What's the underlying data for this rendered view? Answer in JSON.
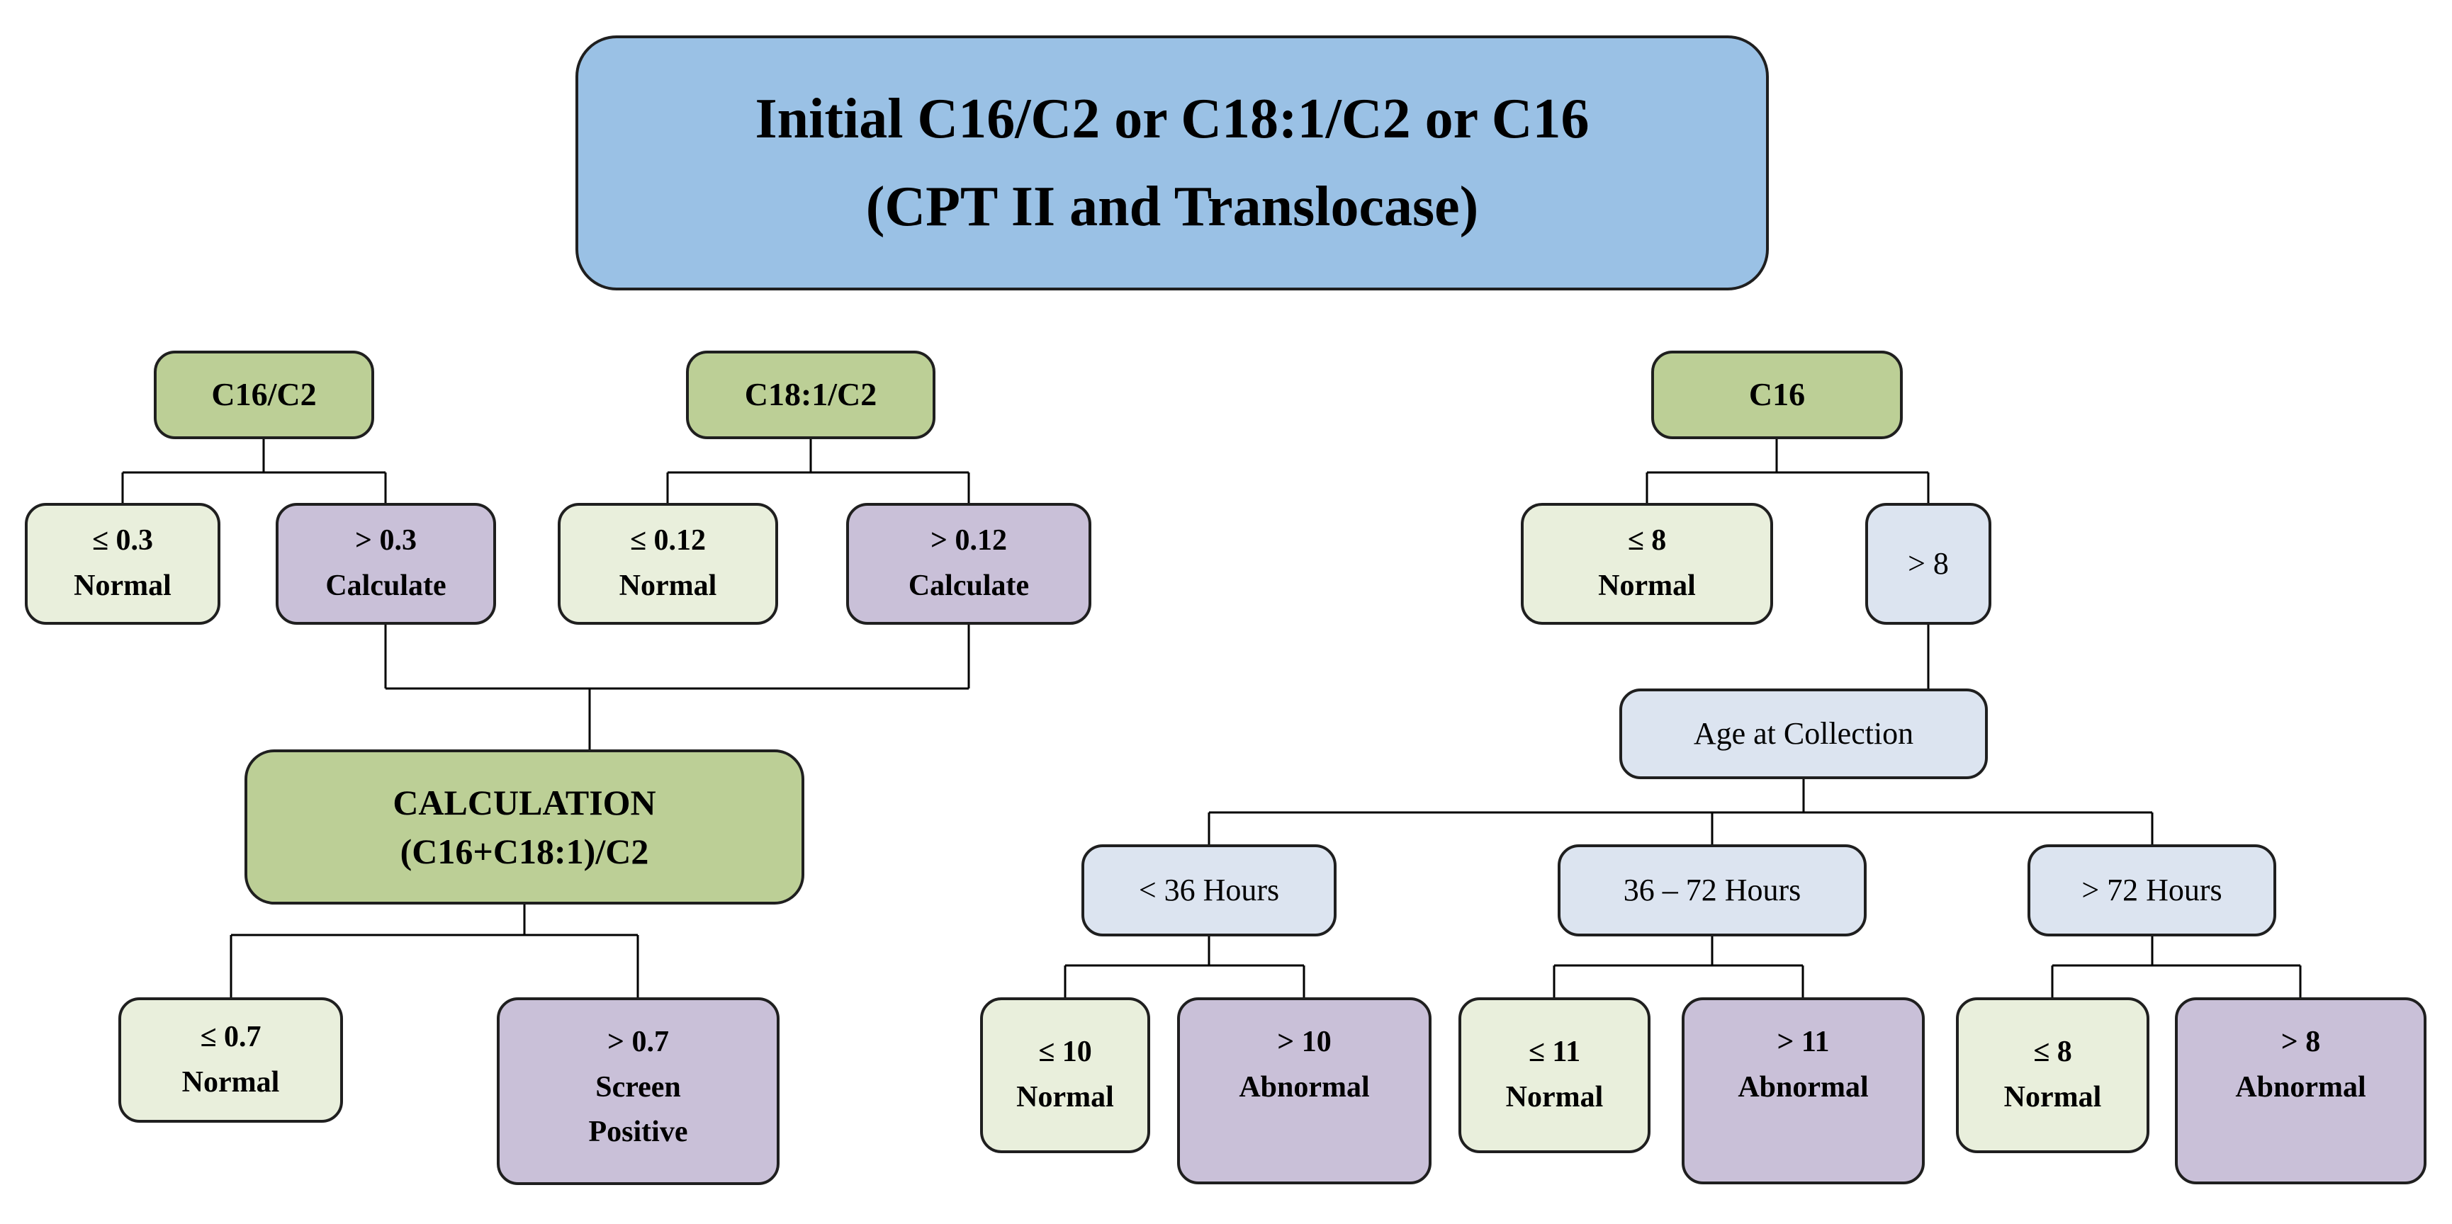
{
  "palette": {
    "blue": "#9AC1E5",
    "green": "#BCCF96",
    "pale_green": "#E9EFDC",
    "purple": "#C9C0D8",
    "pale_blue": "#DCE4F0",
    "border": "#1f1f1f",
    "line": "#000000",
    "background": "#FFFFFF"
  },
  "nodes": {
    "title": {
      "lines": [
        "Initial C16/C2 or C18:1/C2 or C16",
        "(CPT II and Translocase)"
      ]
    },
    "c16c2": {
      "lines": [
        "C16/C2"
      ]
    },
    "c181c2": {
      "lines": [
        "C18:1/C2"
      ]
    },
    "c16": {
      "lines": [
        "C16"
      ]
    },
    "c16c2_le": {
      "lines": [
        "≤ 0.3",
        "Normal"
      ]
    },
    "c16c2_gt": {
      "lines": [
        "> 0.3",
        "Calculate"
      ]
    },
    "c181c2_le": {
      "lines": [
        "≤ 0.12",
        "Normal"
      ]
    },
    "c181c2_gt": {
      "lines": [
        "> 0.12",
        "Calculate"
      ]
    },
    "c16_le": {
      "lines": [
        "≤ 8",
        "Normal"
      ]
    },
    "c16_gt": {
      "lines": [
        "> 8"
      ]
    },
    "calculation": {
      "lines": [
        "CALCULATION",
        "(C16+C18:1)/C2"
      ]
    },
    "calc_le": {
      "lines": [
        "≤ 0.7",
        "Normal"
      ]
    },
    "calc_gt": {
      "lines": [
        "> 0.7",
        "Screen",
        "Positive"
      ]
    },
    "age": {
      "lines": [
        "Age at Collection"
      ]
    },
    "h_lt36": {
      "lines": [
        "< 36 Hours"
      ]
    },
    "h_36_72": {
      "lines": [
        "36 – 72 Hours"
      ]
    },
    "h_gt72": {
      "lines": [
        "> 72 Hours"
      ]
    },
    "lt36_le": {
      "lines": [
        "≤ 10",
        "Normal"
      ]
    },
    "lt36_gt": {
      "lines": [
        "> 10",
        "Abnormal"
      ]
    },
    "h3672_le": {
      "lines": [
        "≤ 11",
        "Normal"
      ]
    },
    "h3672_gt": {
      "lines": [
        "> 11",
        "Abnormal"
      ]
    },
    "h72_le": {
      "lines": [
        "≤ 8",
        "Normal"
      ]
    },
    "h72_gt": {
      "lines": [
        "> 8",
        "Abnormal"
      ]
    }
  }
}
